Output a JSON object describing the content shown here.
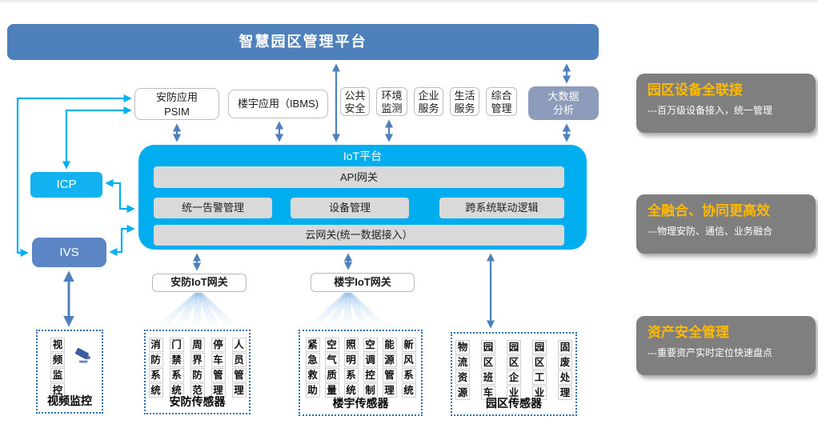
{
  "banner": {
    "title": "智慧园区管理平台"
  },
  "apps": {
    "psim": [
      "安防应用",
      "PSIM"
    ],
    "ibms": "楼宇应用（IBMS)",
    "small": [
      [
        "公共",
        "安全"
      ],
      [
        "环境",
        "监测"
      ],
      [
        "企业",
        "服务"
      ],
      [
        "生活",
        "服务"
      ],
      [
        "综合",
        "管理"
      ]
    ],
    "bigdata": [
      "大数据",
      "分析"
    ]
  },
  "platform": {
    "title": "IoT平台",
    "api": "API网关",
    "modules": [
      "统一告警管理",
      "设备管理",
      "跨系统联动逻辑"
    ],
    "cloud": "云网关(统一数据接入）"
  },
  "left": {
    "icp": "ICP",
    "ivs": "IVS"
  },
  "gateways": {
    "security": "安防IoT网关",
    "building": "楼宇IoT网关"
  },
  "sensors": {
    "video": {
      "columns": [
        "视频监控"
      ],
      "label": "视频监控"
    },
    "security": {
      "columns": [
        "消防系统",
        "门禁系统",
        "周界防范",
        "停车管理",
        "人员管理"
      ],
      "label": "安防传感器"
    },
    "building": {
      "columns": [
        "紧急救助",
        "空气质量",
        "照明系统",
        "空调控制",
        "能源管理",
        "新风系统"
      ],
      "label": "楼宇传感器"
    },
    "campus": {
      "columns": [
        "物流资源",
        "园区班车",
        "园区企业",
        "园区工业",
        "固废处理"
      ],
      "label": "园区传感器"
    }
  },
  "benefits": [
    {
      "title": "园区设备全联接",
      "desc": "---百万级设备接入，统一管理"
    },
    {
      "title": "全融合、协同更高效",
      "desc": "---物理安防、通信、业务融合"
    },
    {
      "title": "资产安全管理",
      "desc": "---重要资产实时定位快速盘点"
    }
  ],
  "colors": {
    "banner_blue": "#4e80bc",
    "platform_cyan": "#00aeef",
    "ivs_blue": "#5c85c5",
    "bigdata_slate": "#8c9cba",
    "bar_gray": "#d9d9d9",
    "panel_gray": "#7f7f7f",
    "panel_title_orange": "#ffb900",
    "dashed_border_blue": "#2f6fae",
    "arrow_steel": "#4e80bc",
    "arrow_cyan": "#00b0f0"
  }
}
